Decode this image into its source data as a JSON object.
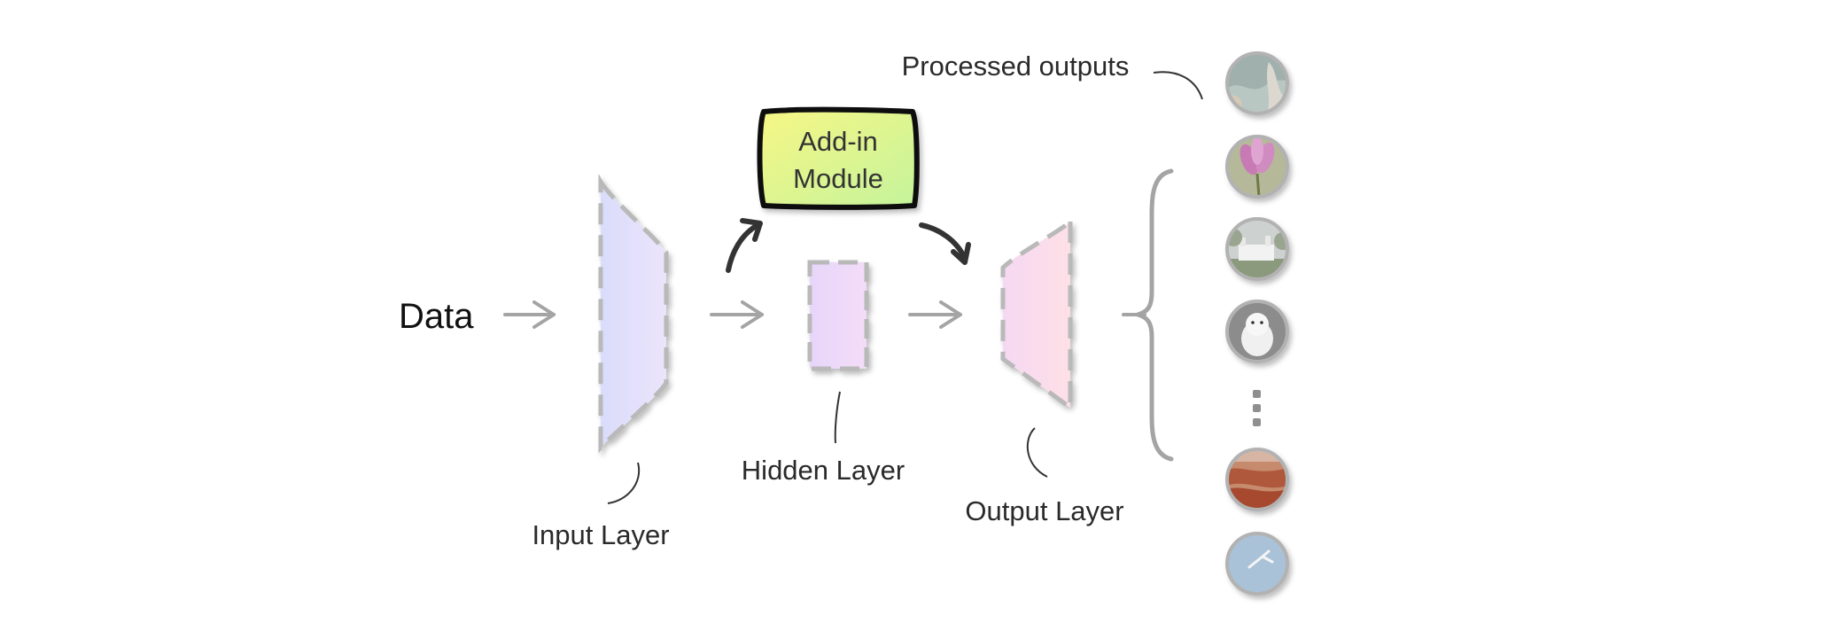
{
  "input_label": "Data",
  "module": {
    "line1": "Add-in",
    "line2": "Module"
  },
  "layers": {
    "input": "Input Layer",
    "hidden": "Hidden Layer",
    "output": "Output Layer"
  },
  "outputs_label": "Processed outputs",
  "outputs": [
    {
      "icon": "coastline-photo"
    },
    {
      "icon": "pink-flower-photo"
    },
    {
      "icon": "castle-photo"
    },
    {
      "icon": "white-puppy-photo"
    },
    {
      "icon": "ellipsis-dots"
    },
    {
      "icon": "food-photo"
    },
    {
      "icon": "bird-in-sky-photo"
    }
  ],
  "colors": {
    "input_layer_fill": "#e3e3fb",
    "hidden_layer_fill": "#efdcfa",
    "output_layer_fill": "#fbdbe8",
    "module_gradient": [
      "#f5f58a",
      "#c8f59a"
    ],
    "arrow": "#a0a0a0",
    "dashed_border": "#b9b9b9"
  }
}
